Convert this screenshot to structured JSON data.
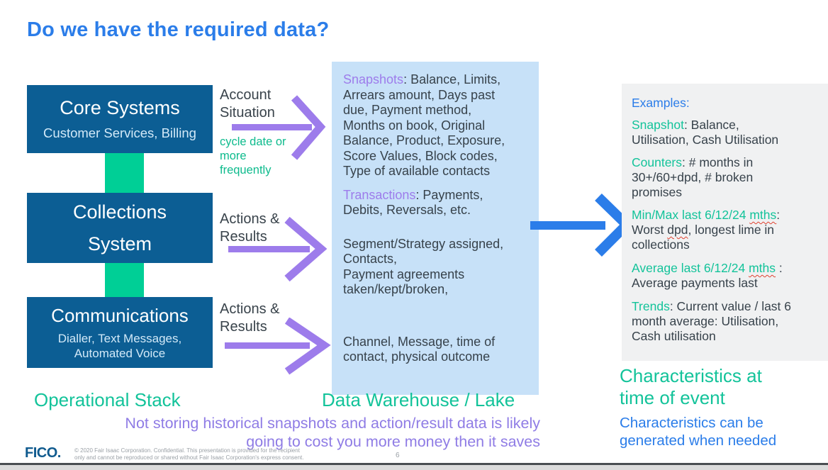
{
  "title": "Do we have the required data?",
  "colors": {
    "accent_blue": "#2b7de9",
    "teal_green": "#13c39a",
    "purple_accent": "#9d7ceb",
    "box_blue": "#0c5e94",
    "panel_blue": "#c7e1f8",
    "panel_gray": "#f0f1f2",
    "connector_green": "#00cf96"
  },
  "operational_stack": {
    "label": "Operational Stack",
    "core": {
      "title": "Core Systems",
      "subtitle": "Customer Services, Billing"
    },
    "collections": {
      "title": "Collections\nSystem"
    },
    "communications": {
      "title": "Communications",
      "subtitle": "Dialler, Text Messages,\nAutomated Voice"
    }
  },
  "flows": {
    "account": {
      "label": "Account\nSituation",
      "note": "cycle date or\nmore\nfrequently"
    },
    "collections": {
      "label": "Actions &\nResults"
    },
    "communications": {
      "label": "Actions &\nResults"
    }
  },
  "warehouse": {
    "label": "Data Warehouse / Lake",
    "snapshots": {
      "head": "Snapshots",
      "body": ": Balance, Limits,\nArrears amount, Days past\ndue, Payment method,\nMonths on book, Original\nBalance, Product, Exposure,\nScore Values, Block codes,\nType of available contacts"
    },
    "transactions": {
      "head": "Transactions",
      "body": ": Payments,\nDebits, Reversals, etc."
    },
    "collection_data": "Segment/Strategy assigned,\nContacts,\nPayment agreements\ntaken/kept/broken,",
    "communication_data": "Channel, Message, time of\ncontact, physical outcome"
  },
  "characteristics": {
    "heading": "Characteristics at\ntime of event",
    "subheading": "Characteristics can be\ngenerated when needed",
    "examples_label": "Examples:",
    "snapshot": {
      "head": "Snapshot",
      "body": ": Balance,\nUtilisation, Cash Utilisation"
    },
    "counters": {
      "head": "Counters",
      "body": ": # months in\n30+/60+dpd, # broken\npromises"
    },
    "minmax": {
      "head_pre": "Min/Max last 6/12/24 ",
      "head_word": "mths",
      "sep": ":\n",
      "body_pre": "Worst ",
      "body_word": "dpd",
      "body_post": ",  longest lime in\ncollections"
    },
    "average": {
      "head_pre": "Average last 6/12/24 ",
      "head_word": "mths",
      "sep": " :\n",
      "body": "Average payments last"
    },
    "trends": {
      "head": "Trends",
      "body": ": Current value / last 6\nmonth average: Utilisation,\nCash utilisation"
    }
  },
  "note": "Not storing historical snapshots and action/result data is likely\ngoing to cost you more money then it saves",
  "footer": {
    "logo": "FICO.",
    "copyright": "© 2020 Fair Isaac Corporation. Confidential. This presentation is provided for the recipient\nonly and cannot be reproduced or shared without Fair Isaac Corporation's express consent.",
    "page_number": "6"
  }
}
